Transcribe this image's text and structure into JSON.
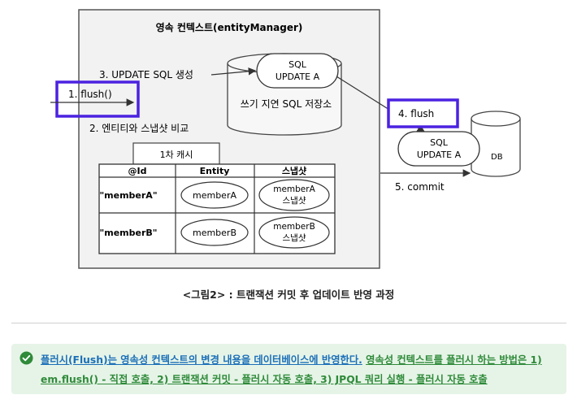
{
  "diagram": {
    "persistence_context_title": "영속 컨텍스트(entityManager)",
    "step1": "1. flush()",
    "step2": "2. 엔티티와 스냅샷 비교",
    "step3": "3. UPDATE SQL 생성",
    "step4": "4. flush",
    "step5": "5. commit",
    "sql_store_label": "쓰기 지연 SQL 저장소",
    "sql_line1": "SQL",
    "sql_line2": "UPDATE A",
    "db_label": "DB",
    "cache_label": "1차 캐시",
    "cache_headers": [
      "@Id",
      "Entity",
      "스냅샷"
    ],
    "cache_rows": [
      {
        "id": "\"memberA\"",
        "entity": "memberA",
        "snapshot1": "memberA",
        "snapshot2": "스냅샷"
      },
      {
        "id": "\"memberB\"",
        "entity": "memberB",
        "snapshot1": "memberB",
        "snapshot2": "스냅샷"
      }
    ],
    "highlight_color": "#4b22e0"
  },
  "caption": "<그림2> : 트랜잭션 커밋 후 업데이트 반영 과정",
  "callout": {
    "icon": "check-circle-icon",
    "strong_text": "플러시(Flush)는 영속성 컨텍스트의 변경 내용을 데이터베이스에 반영한다.",
    "body_text": "영속성 컨텍스트를 플러시 하는 방법은 1) em.flush() - 직접 호출, 2) 트랜잭션 커밋 - 플러시 자동 호출, 3) JPQL 쿼리 실행 - 플러시 자동 호출"
  }
}
